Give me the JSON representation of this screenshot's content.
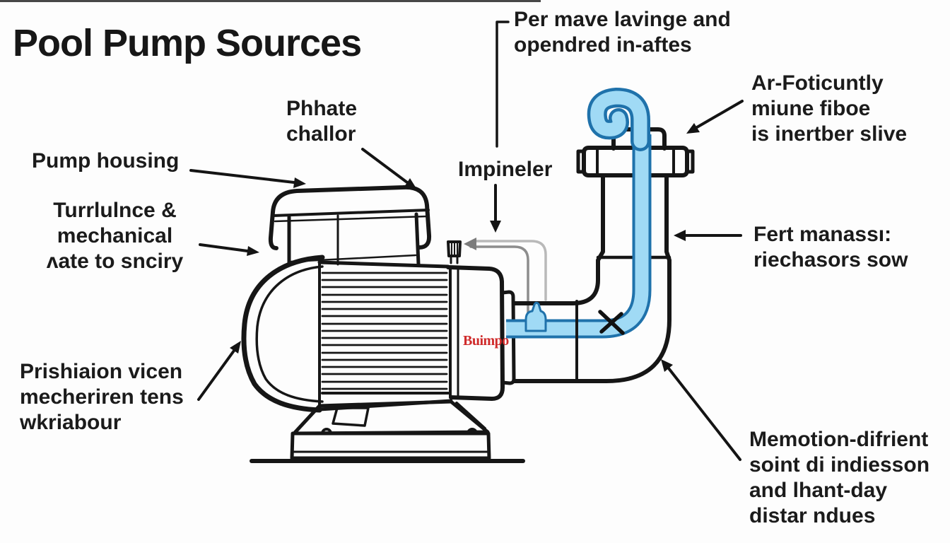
{
  "title": "Pool Pump Sources",
  "diagram": {
    "device_label": "Buimpo",
    "labels": {
      "top_center": "Per mave lavinge and\nopendred in-aftes",
      "top_right": "Ar-Foticuntly\nmiune fiboe\nis inertber slive",
      "pump_housing": "Pump housing",
      "turbulence": "Turrlulnce &\nmechanical\nʌate to snciry",
      "phhate": "Phhate\nchallor",
      "impeller": "Impineler",
      "return_line": "Fert manassı:\nriechasors sow",
      "friction": "Prishiaion vicen\nmecheriren tens\nwkriabour",
      "motion": "Memotion-difrient\nsoint di indiesson\nand lhant-day\ndistar ndues"
    },
    "colors": {
      "line": "#161616",
      "water_fill": "#a0daf5",
      "water_edge": "#1f72ab",
      "accent_red": "#cf2b2b",
      "callout_gray": "#8d8d8d"
    }
  }
}
